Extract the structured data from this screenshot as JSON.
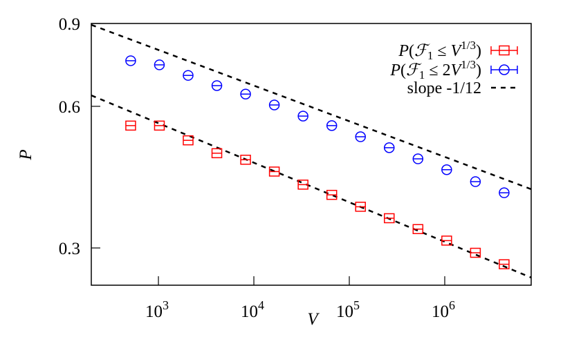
{
  "chart_data": {
    "type": "scatter",
    "title": "",
    "xlabel": "V",
    "ylabel": "P",
    "xscale": "log",
    "yscale": "log",
    "xlim": [
      198,
      8050000
    ],
    "ylim": [
      0.25,
      0.9
    ],
    "x_ticks": [
      {
        "value": 1000,
        "base": "10",
        "exp": "3"
      },
      {
        "value": 10000,
        "base": "10",
        "exp": "4"
      },
      {
        "value": 100000,
        "base": "10",
        "exp": "5"
      },
      {
        "value": 1000000,
        "base": "10",
        "exp": "6"
      }
    ],
    "y_ticks": [
      {
        "value": 0.9,
        "label": "0.9"
      },
      {
        "value": 0.6,
        "label": "0.6"
      },
      {
        "value": 0.3,
        "label": "0.3"
      }
    ],
    "grid": false,
    "legend_position": "top-right",
    "x": [
      512,
      1024,
      2048,
      4096,
      8192,
      16384,
      32768,
      65536,
      131072,
      262144,
      524288,
      1048576,
      2097152,
      4194304
    ],
    "series": [
      {
        "name": "P(F1 ≤ V^(1/3))",
        "legend": {
          "prefix": "P(",
          "script": "F",
          "sub": "1",
          "mid": " ≤ V",
          "sup": "1/3",
          "suffix": ")"
        },
        "marker": "square",
        "color": "#ff0000",
        "values": [
          0.546,
          0.546,
          0.508,
          0.477,
          0.462,
          0.436,
          0.409,
          0.389,
          0.367,
          0.347,
          0.329,
          0.311,
          0.293,
          0.277
        ]
      },
      {
        "name": "P(F1 ≤ 2V^(1/3))",
        "legend": {
          "prefix": "P(",
          "script": "F",
          "sub": "1",
          "mid": " ≤ 2V",
          "sup": "1/3",
          "suffix": ")"
        },
        "marker": "circle",
        "color": "#0000ff",
        "values": [
          0.75,
          0.735,
          0.698,
          0.664,
          0.637,
          0.604,
          0.572,
          0.546,
          0.517,
          0.49,
          0.464,
          0.44,
          0.415,
          0.393
        ]
      }
    ],
    "fit_lines": [
      {
        "name": "slope -1/12",
        "slope": -0.08333,
        "x0": 198,
        "y0": 0.894,
        "x1": 8050000,
        "y1": 0.4
      },
      {
        "name": "slope -1/12",
        "slope": -0.08333,
        "x0": 198,
        "y0": 0.633,
        "x1": 8050000,
        "y1": 0.2595
      }
    ],
    "fit_legend_label": "slope -1/12",
    "fit_color": "#000000"
  }
}
